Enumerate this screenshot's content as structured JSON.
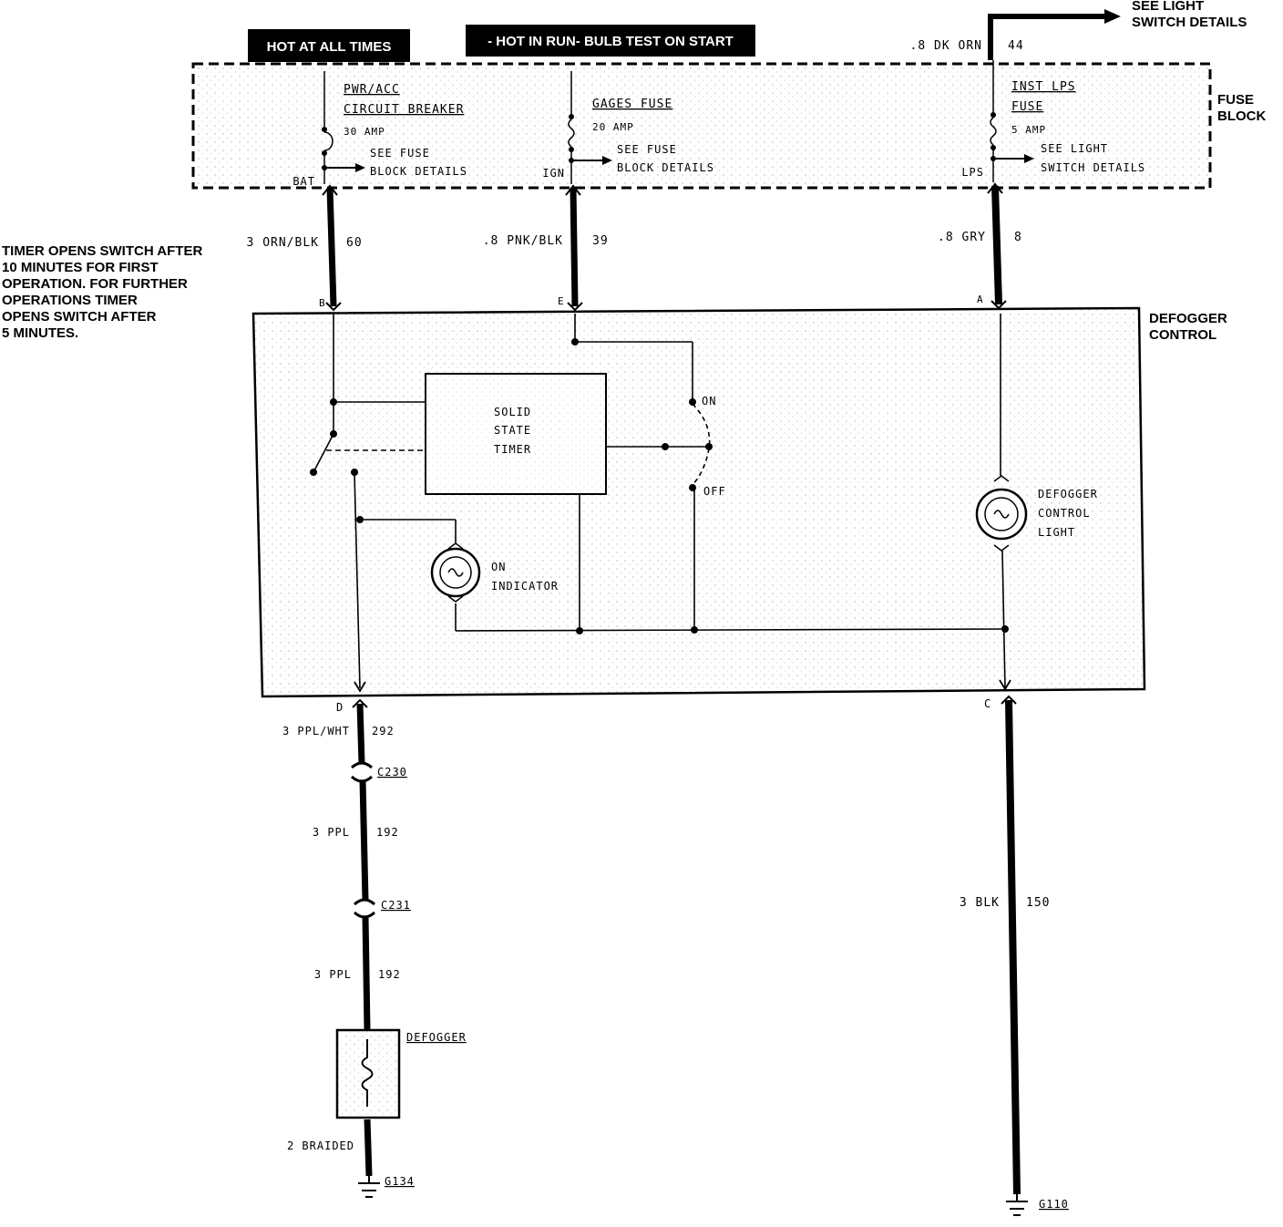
{
  "banners": {
    "hot_all_times": "HOT AT ALL TIMES",
    "hot_in_run": "- HOT IN RUN- BULB TEST ON START"
  },
  "top_right": {
    "line1": "SEE LIGHT",
    "line2": "SWITCH DETAILS"
  },
  "fuse_block": {
    "label_line1": "FUSE",
    "label_line2": "BLOCK",
    "breaker": {
      "name_line1": "PWR/ACC",
      "name_line2": "CIRCUIT BREAKER",
      "rating": "30 AMP",
      "see_line1": "SEE FUSE",
      "see_line2": "BLOCK DETAILS",
      "terminal": "BAT"
    },
    "gages": {
      "name": "GAGES FUSE",
      "rating": "20 AMP",
      "see_line1": "SEE FUSE",
      "see_line2": "BLOCK DETAILS",
      "terminal": "IGN"
    },
    "inst": {
      "name_line1": "INST LPS",
      "name_line2": "FUSE",
      "rating": "5 AMP",
      "see_line1": "SEE LIGHT",
      "see_line2": "SWITCH DETAILS",
      "terminal": "LPS"
    }
  },
  "wires": {
    "top_dkorn": {
      "size_color": ".8 DK ORN",
      "circuit": "44"
    },
    "w1": {
      "size_color": "3 ORN/BLK",
      "circuit": "60"
    },
    "w2": {
      "size_color": ".8 PNK/BLK",
      "circuit": "39"
    },
    "w3": {
      "size_color": ".8 GRY",
      "circuit": "8"
    },
    "w4": {
      "size_color": "3 PPL/WHT",
      "circuit": "292"
    },
    "w5": {
      "size_color": "3 PPL",
      "circuit": "192"
    },
    "w6": {
      "size_color": "3 PPL",
      "circuit": "192"
    },
    "w7": {
      "size_color": "2 BRAIDED"
    },
    "w8": {
      "size_color": "3 BLK",
      "circuit": "150"
    }
  },
  "connectors": {
    "c1": "C230",
    "c2": "C231"
  },
  "grounds": {
    "g1": "G134",
    "g2": "G110"
  },
  "pins": {
    "b": "B",
    "e": "E",
    "a": "A",
    "d": "D",
    "c": "C"
  },
  "note": [
    "TIMER OPENS SWITCH AFTER",
    "10 MINUTES FOR FIRST",
    "OPERATION. FOR FURTHER",
    "OPERATIONS TIMER",
    "OPENS SWITCH AFTER",
    "5 MINUTES."
  ],
  "defogger_control": {
    "label_line1": "DEFOGGER",
    "label_line2": "CONTROL",
    "timer_line1": "SOLID",
    "timer_line2": "STATE",
    "timer_line3": "TIMER",
    "switch_on": "ON",
    "switch_off": "OFF",
    "indicator_line1": "ON",
    "indicator_line2": "INDICATOR",
    "light_line1": "DEFOGGER",
    "light_line2": "CONTROL",
    "light_line3": "LIGHT"
  },
  "defogger": {
    "label": "DEFOGGER"
  }
}
